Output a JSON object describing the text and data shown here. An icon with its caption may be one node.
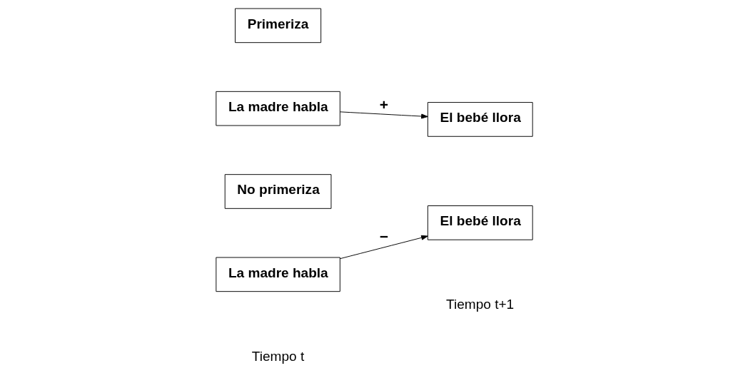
{
  "diagram": {
    "nodes": [
      {
        "text": [
          "Primeriza"
        ]
      },
      {
        "text": [
          "La madre habla"
        ]
      },
      {
        "text": [
          "El bebé llora"
        ]
      },
      {
        "text": [
          "No primeriza"
        ]
      },
      {
        "text": [
          "La madre habla"
        ]
      },
      {
        "text": [
          "El bebé llora"
        ]
      }
    ],
    "edges": [
      {
        "from": 1,
        "to": 2,
        "arrow": "to",
        "label": "+"
      },
      {
        "from": 4,
        "to": 5,
        "arrow": "to",
        "label": "−"
      }
    ],
    "labels": [
      "Tiempo t",
      "Tiempo t+1"
    ]
  }
}
